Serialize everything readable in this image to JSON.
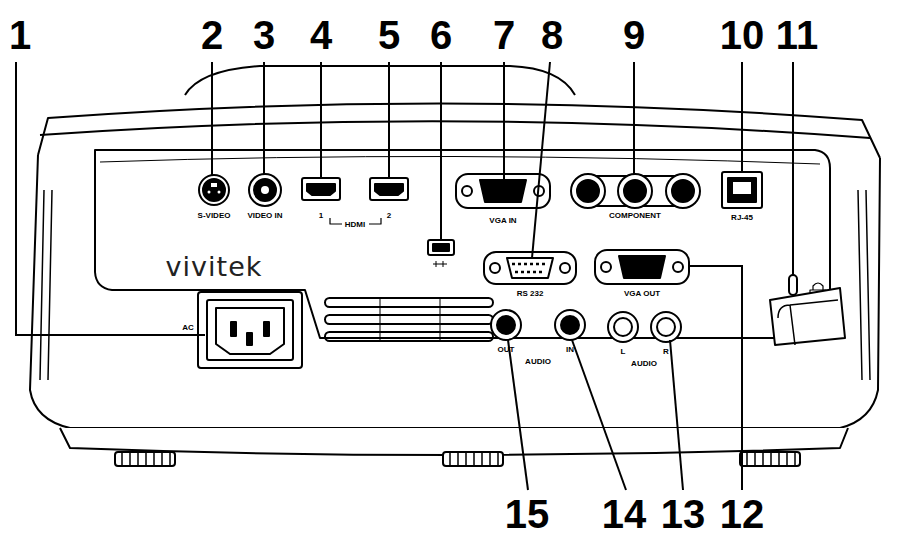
{
  "diagram": {
    "labels": [
      "1",
      "2",
      "3",
      "4",
      "5",
      "6",
      "7",
      "8",
      "9",
      "10",
      "11",
      "12",
      "13",
      "14",
      "15",
      "S-VIDEO",
      "VIDEO IN",
      "1",
      "HDMI",
      "2",
      "VGA IN",
      "COMPONENT",
      "RJ-45",
      "vivitek",
      "RS 232",
      "VGA OUT",
      "AC",
      "OUT",
      "AUDIO",
      "IN",
      "L",
      "AUDIO",
      "R"
    ]
  }
}
